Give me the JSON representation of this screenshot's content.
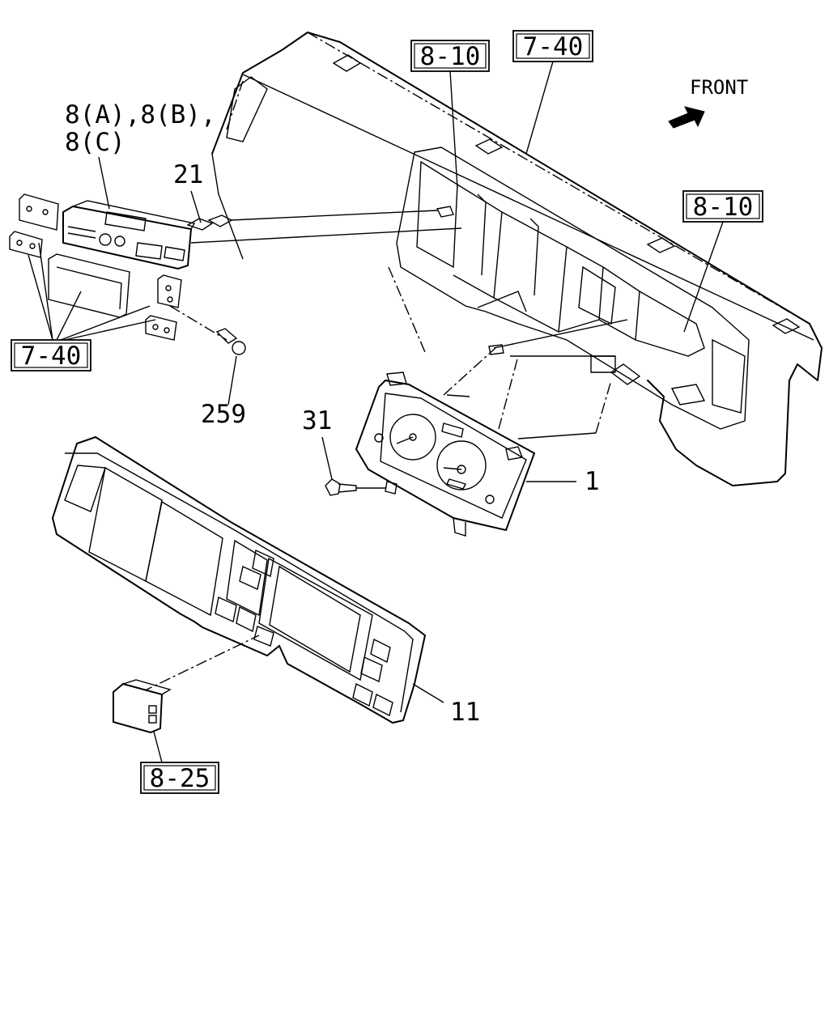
{
  "orientation": {
    "label": "FRONT"
  },
  "callouts": {
    "part_1": "1",
    "part_11": "11",
    "part_21": "21",
    "part_31": "31",
    "part_259": "259",
    "part_8_line1": "8(A),8(B),",
    "part_8_line2": "8(C)"
  },
  "references": {
    "ref_8_10_top": "8-10",
    "ref_7_40_top": "7-40",
    "ref_8_10_right": "8-10",
    "ref_7_40_left": "7-40",
    "ref_8_25": "8-25"
  },
  "colors": {
    "line": "#000000",
    "background": "#ffffff"
  }
}
